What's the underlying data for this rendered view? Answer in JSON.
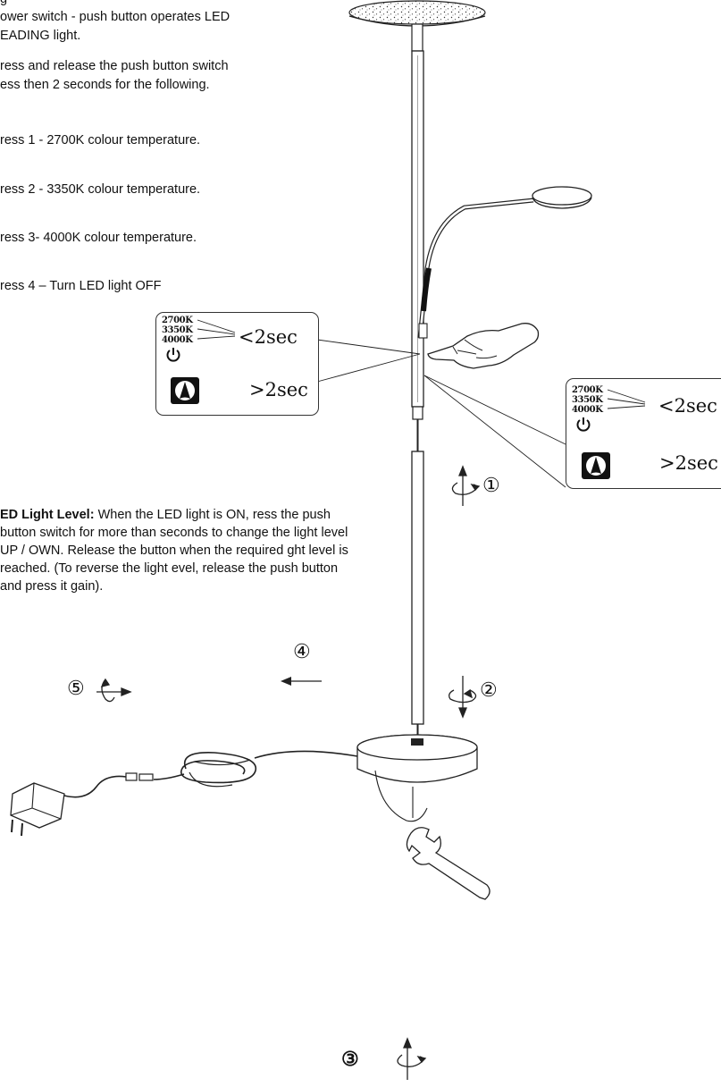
{
  "instructions": {
    "line_top_fragment": "g",
    "power_line1": "ower switch - push button operates LED",
    "power_line2": "EADING light.",
    "press_line1": "ress and release the push button switch",
    "press_line2": "ess then 2 seconds for the following.",
    "press1": "ress 1 - 2700K colour temperature.",
    "press2": "ress 2 - 3350K colour temperature.",
    "press3": "ress 3- 4000K colour temperature.",
    "press4": "ress 4 – Turn LED light OFF",
    "level_heading": "ED Light Level:",
    "level_text": " When the LED light is ON, ress the push button switch for more than  seconds to change the light level UP / OWN. Release the button when the required ght level is reached. (To reverse the light evel, release the push button and press it gain)."
  },
  "callout_left": {
    "temps": [
      "2700K",
      "3350K",
      "4000K"
    ],
    "short_press": "<2sec",
    "long_press": ">2sec",
    "icons": [
      "power-icon",
      "dimmer-icon"
    ]
  },
  "callout_right": {
    "temps": [
      "2700K",
      "3350K",
      "4000K"
    ],
    "short_press": "<2sec",
    "long_press": ">2sec",
    "icons": [
      "power-icon",
      "dimmer-icon"
    ]
  },
  "steps": [
    "①",
    "②",
    "③",
    "④",
    "⑤"
  ],
  "colors": {
    "line": "#222222",
    "fill": "#ffffff",
    "icon_bg": "#111111"
  }
}
